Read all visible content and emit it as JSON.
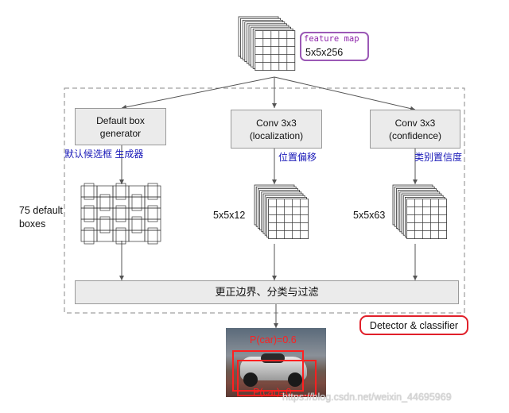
{
  "feature_map": {
    "label": "feature map",
    "size": "5x5x256"
  },
  "detector": {
    "label": "Detector & classifier"
  },
  "branches": {
    "default_box": {
      "title": "Default box\ngenerator",
      "cn": "默认候选框 生成器",
      "side_label": "75 default\nboxes"
    },
    "localization": {
      "title": "Conv 3x3\n(localization)",
      "cn": "位置偏移",
      "side_label": "5x5x12"
    },
    "confidence": {
      "title": "Conv 3x3\n(confidence)",
      "cn": "类别置信度",
      "side_label": "5x5x63"
    }
  },
  "merge_box": {
    "label": "更正边界、分类与过滤"
  },
  "result_image": {
    "top_label": "P(car)=0.6",
    "bottom_label": "P(car)=0.",
    "watermark": "https://blog.csdn.net/weixin_44695969"
  },
  "colors": {
    "feature_map_border": "#9b59b6",
    "detector_border": "#e0202a",
    "cn_text": "#1a1ab8",
    "box_fill": "#ebebeb",
    "detection_red": "#ff2020"
  }
}
